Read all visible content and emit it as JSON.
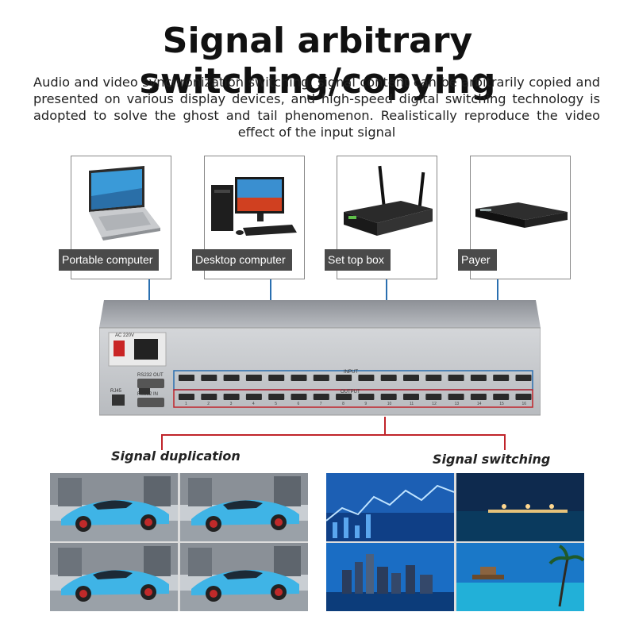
{
  "title": "Signal arbitrary switching/copying",
  "description": "Audio and video synchronization switching, signal content can be arbitrarily copied and presented on various display devices, and high-speed digital switching technology is adopted to solve the ghost and tail phenomenon. Realistically reproduce the video effect of the input signal",
  "sources": [
    {
      "label": "Portable computer",
      "icon": "laptop-icon"
    },
    {
      "label": "Desktop computer",
      "icon": "desktop-computer-icon"
    },
    {
      "label": "Set top box",
      "icon": "set-top-box-icon"
    },
    {
      "label": "Payer",
      "icon": "player-icon"
    }
  ],
  "device": {
    "power_label": "AC 220V",
    "rs232_out": "RS232 OUT",
    "rs232_in": "RS232 IN",
    "rj45": "RJ45",
    "input_label": "INPUT",
    "output_label": "OUTPUT",
    "port_numbers": [
      "1",
      "2",
      "3",
      "4",
      "5",
      "6",
      "7",
      "8",
      "9",
      "10",
      "11",
      "12",
      "13",
      "14",
      "15",
      "16"
    ]
  },
  "examples": [
    {
      "heading": "Signal duplication"
    },
    {
      "heading": "Signal switching"
    }
  ],
  "colors": {
    "input_line": "#2a6fb0",
    "output_line": "#c0242a",
    "label_bg": "#4a4a4a"
  }
}
